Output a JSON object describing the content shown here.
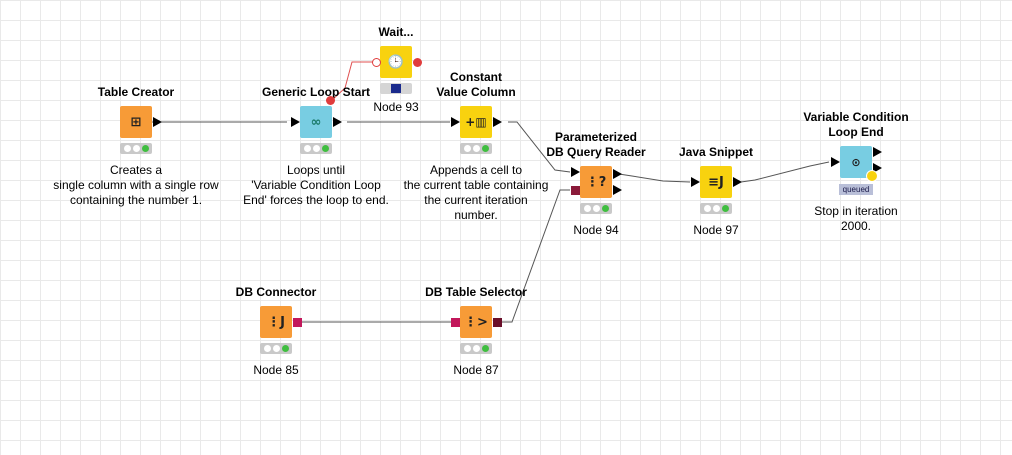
{
  "nodes": {
    "table_creator": {
      "title": "Table Creator",
      "description": "Creates a\nsingle column with a single row\ncontaining the number 1."
    },
    "generic_loop_start": {
      "title": "Generic Loop Start",
      "description": "Loops until\n'Variable Condition Loop\nEnd' forces the loop to end."
    },
    "wait": {
      "title": "Wait...",
      "label": "Node 93"
    },
    "constant_value_column": {
      "title": "Constant\nValue Column",
      "description": "Appends a cell to\nthe current table containing\nthe current iteration\nnumber."
    },
    "parameterized_db_query_reader": {
      "title": "Parameterized\nDB Query Reader",
      "label": "Node 94"
    },
    "java_snippet": {
      "title": "Java Snippet",
      "label": "Node 97"
    },
    "variable_condition_loop_end": {
      "title": "Variable Condition\nLoop End",
      "status": "queued",
      "description": "Stop in iteration\n2000."
    },
    "db_connector": {
      "title": "DB Connector",
      "label": "Node 85"
    },
    "db_table_selector": {
      "title": "DB Table Selector",
      "label": "Node 87"
    }
  },
  "colors": {
    "data_port": "#000000",
    "db_port": "#8b1a3a",
    "variable_port": "#e03c3c",
    "status_ok": "#3fbe3f",
    "orange": "#f79b37",
    "yellow": "#f8d20f",
    "cyan": "#78cde2"
  },
  "icons": {
    "table_creator": "table-grid-icon",
    "generic_loop_start": "loop-icon",
    "wait": "clock-icon",
    "constant_value_column": "add-column-icon",
    "parameterized_db_query_reader": "db-query-icon",
    "java_snippet": "java-icon",
    "variable_condition_loop_end": "loop-end-icon",
    "db_connector": "db-connector-icon",
    "db_table_selector": "db-selector-icon"
  }
}
